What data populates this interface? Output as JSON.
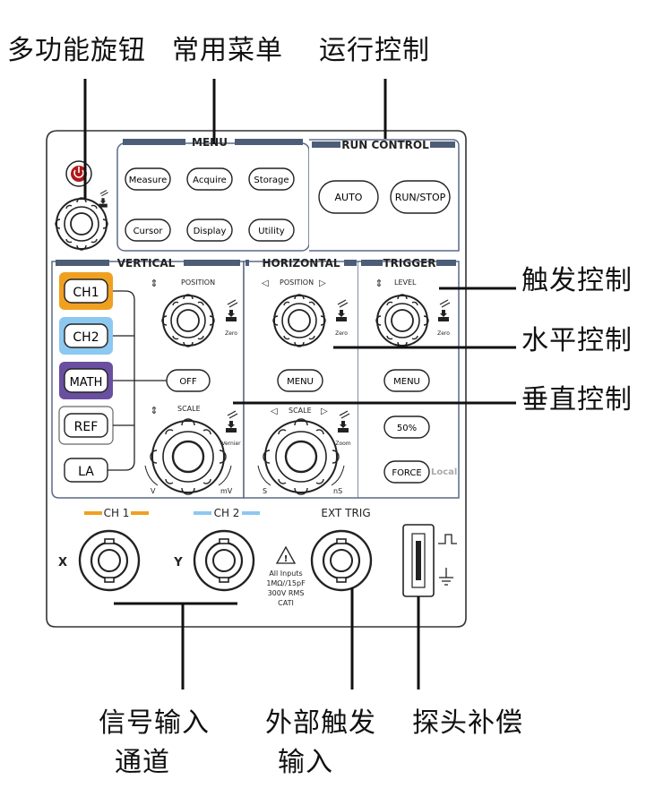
{
  "callouts": {
    "multi_knob": "多功能旋钮",
    "common_menu": "常用菜单",
    "run_control": "运行控制",
    "trigger_control": "触发控制",
    "horizontal_control": "水平控制",
    "vertical_control": "垂直控制",
    "signal_input_line1": "信号输入",
    "signal_input_line2": "通道",
    "ext_trigger_line1": "外部触发",
    "ext_trigger_line2": "输入",
    "probe_comp": "探头补偿"
  },
  "sections": {
    "menu": "MENU",
    "run_control": "RUN CONTROL",
    "vertical": "VERTICAL",
    "horizontal": "HORIZONTAL",
    "trigger": "TRIGGER"
  },
  "menu_buttons": {
    "measure": "Measure",
    "acquire": "Acquire",
    "storage": "Storage",
    "cursor": "Cursor",
    "display": "Display",
    "utility": "Utility"
  },
  "run_buttons": {
    "auto": "AUTO",
    "run_stop": "RUN/STOP"
  },
  "vertical": {
    "ch1": "CH1",
    "ch2": "CH2",
    "math": "MATH",
    "ref": "REF",
    "la": "LA",
    "position": "POSITION",
    "zero": "Zero",
    "off": "OFF",
    "scale": "SCALE",
    "vernier": "Vernier",
    "unit_left": "V",
    "unit_right": "mV"
  },
  "horizontal": {
    "position": "POSITION",
    "zero": "Zero",
    "menu": "MENU",
    "scale": "SCALE",
    "zoom": "Zoom",
    "unit_left": "S",
    "unit_right": "nS"
  },
  "trigger": {
    "level": "LEVEL",
    "zero": "Zero",
    "menu": "MENU",
    "fifty": "50%",
    "force": "FORCE",
    "local": "Local"
  },
  "inputs": {
    "ch1_label": "CH 1",
    "ch2_label": "CH 2",
    "ext_trig_label": "EXT TRIG",
    "x": "X",
    "y": "Y",
    "warning_line1": "All Inputs",
    "warning_line2": "1MΩ//15pF",
    "warning_line3": "300V RMS",
    "warning_line4": "CATⅠ"
  },
  "colors": {
    "ch1": "#f0a020",
    "ch2": "#8cc8f0",
    "math": "#6a4fa0",
    "panel_outline": "#333333",
    "bar": "#4d5d78",
    "power": "#b01818"
  },
  "icons": {
    "power": "power-icon",
    "knob": "knob-icon",
    "push": "push-zero-icon",
    "bnc": "bnc-connector-icon",
    "warning": "warning-triangle-icon",
    "square_wave": "square-wave-icon",
    "ground": "ground-icon"
  }
}
